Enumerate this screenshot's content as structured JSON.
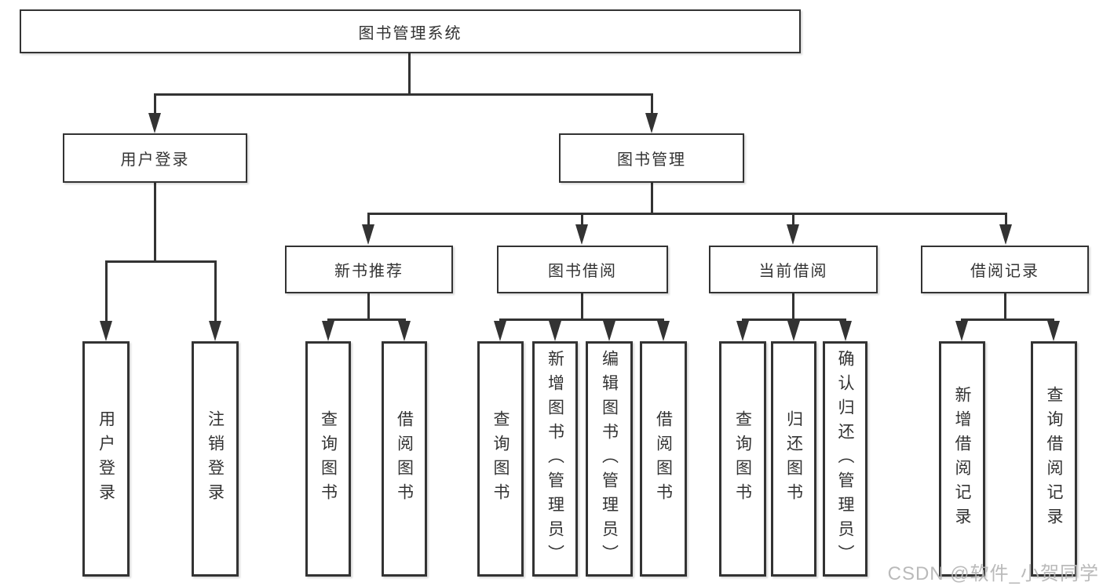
{
  "diagram": {
    "title": "图书管理系统",
    "root": {
      "label": "图书管理系统"
    },
    "level2": [
      {
        "id": "user-login",
        "label": "用户登录"
      },
      {
        "id": "book-management",
        "label": "图书管理"
      }
    ],
    "level3": [
      {
        "id": "new-book-recommend",
        "label": "新书推荐",
        "parent": "图书管理"
      },
      {
        "id": "book-borrow",
        "label": "图书借阅",
        "parent": "图书管理"
      },
      {
        "id": "current-borrow",
        "label": "当前借阅",
        "parent": "图书管理"
      },
      {
        "id": "borrow-records",
        "label": "借阅记录",
        "parent": "图书管理"
      }
    ],
    "leaves": [
      {
        "group": "用户登录",
        "label": "用户登录"
      },
      {
        "group": "用户登录",
        "label": "注销登录"
      },
      {
        "group": "新书推荐",
        "label": "查询图书"
      },
      {
        "group": "新书推荐",
        "label": "借阅图书"
      },
      {
        "group": "图书借阅",
        "label": "查询图书"
      },
      {
        "group": "图书借阅",
        "label": "新增图书（管理员）"
      },
      {
        "group": "图书借阅",
        "label": "编辑图书（管理员）"
      },
      {
        "group": "图书借阅",
        "label": "借阅图书"
      },
      {
        "group": "当前借阅",
        "label": "查询图书"
      },
      {
        "group": "当前借阅",
        "label": "归还图书"
      },
      {
        "group": "当前借阅",
        "label": "确认归还（管理员）"
      },
      {
        "group": "借阅记录",
        "label": "新增借阅记录"
      },
      {
        "group": "借阅记录",
        "label": "查询借阅记录"
      }
    ]
  },
  "watermark": {
    "text": "CSDN @软件_小贺同学"
  },
  "colors": {
    "line": "#333333",
    "border": "#333333",
    "text": "#333333",
    "background": "#ffffff",
    "watermark": "#b4b4b4"
  }
}
